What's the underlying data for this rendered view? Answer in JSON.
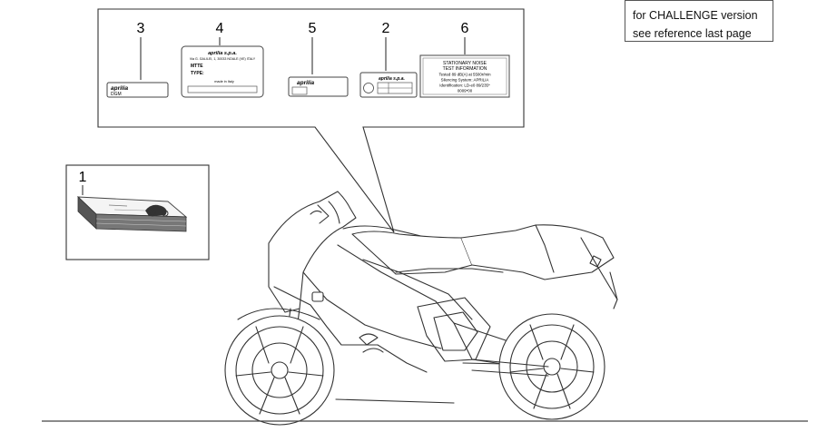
{
  "note": {
    "line1": "for CHALLENGE version",
    "line2": "see reference last page"
  },
  "callouts": {
    "c1": "1",
    "c2": "2",
    "c3": "3",
    "c4": "4",
    "c5": "5",
    "c6": "6"
  },
  "decal3": {
    "brand": "aprilia",
    "code": "DGM"
  },
  "plate4": {
    "brand": "aprilia s.p.a.",
    "address": "Via G. GALILEI, 1, 30033 NOALE (VE) ITALY",
    "mtte": "MTTE",
    "type": "TYPE:",
    "made": "made in Italy"
  },
  "decal5": {
    "brand": "aprilia"
  },
  "plate2": {
    "brand": "aprilia s.p.a."
  },
  "noise6": {
    "line1": "STATIONARY NOISE",
    "line2": "TEST INFORMATION",
    "line3": "Tested 89 dB(A) at 5500r/min",
    "line4": "Silencing System: APRILIA",
    "line5": "Identification: LD-e0 89/235*",
    "line6": "0009*00"
  }
}
